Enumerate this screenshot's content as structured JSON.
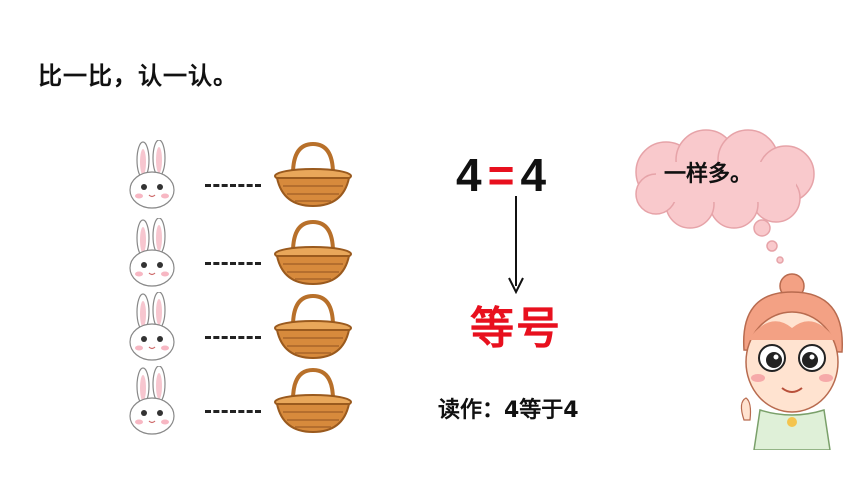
{
  "instruction": "比一比，认一认。",
  "rows": [
    {
      "rabbit": "rabbit-icon",
      "connector": "---",
      "basket": "basket-icon"
    },
    {
      "rabbit": "rabbit-icon",
      "connector": "---",
      "basket": "basket-icon"
    },
    {
      "rabbit": "rabbit-icon",
      "connector": "---",
      "basket": "basket-icon"
    },
    {
      "rabbit": "rabbit-icon",
      "connector": "---",
      "basket": "basket-icon"
    }
  ],
  "equation": {
    "left": "4",
    "sign": "=",
    "right": "4"
  },
  "sign_name": "等号",
  "reading": "读作：4等于4",
  "speech": "一样多。",
  "colors": {
    "accent": "#e8101e",
    "cloud": "#f9c9cc",
    "basket": "#d78a3c"
  }
}
